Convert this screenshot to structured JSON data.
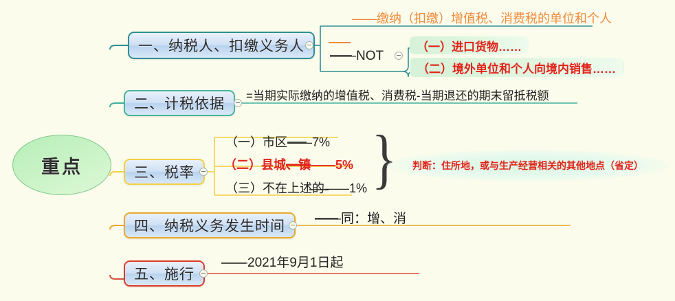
{
  "root": {
    "label": "重点"
  },
  "branches": [
    {
      "id": "taxpayer",
      "label": "一、纳税人、扣缴义务人",
      "leaves": {
        "definition": "——缴纳（扣缴）增值税、消费税的单位和个人",
        "exception_label": "——NOT",
        "exceptions": [
          "（一）进口货物……",
          "（二）境外单位和个人向境内销售……"
        ]
      }
    },
    {
      "id": "tax-basis",
      "label": "二、计税依据",
      "leaves": {
        "formula": "=当期实际缴纳的增值税、消费税-当期退还的期末留抵税额"
      }
    },
    {
      "id": "tax-rate",
      "label": "三、税率",
      "leaves": {
        "rates": [
          {
            "text": "（一）市区——7%",
            "highlight": false
          },
          {
            "text": "（二）县城、镇——5%",
            "highlight": true
          },
          {
            "text": "（三）不在上述的——1%",
            "highlight": false
          }
        ],
        "callout": "判断：住所地，或与生产经营相关的其他地点（省定）"
      }
    },
    {
      "id": "tax-obligation-time",
      "label": "四、纳税义务发生时间",
      "leaves": {
        "note": "——同：增、消"
      }
    },
    {
      "id": "effective-date",
      "label": "五、施行",
      "leaves": {
        "note": "——2021年9月1日起"
      }
    }
  ],
  "icons": {
    "collapse": "collapse-toggle-icon",
    "brace": "curly-brace-icon"
  },
  "colors": {
    "background": "#fbfceb",
    "root_fill": "#c5f2c3",
    "node_fill": "#cfe0f4",
    "teal": "#2e8f96",
    "green": "#49b59b",
    "yellow": "#f2cf45",
    "orange": "#e8a92e",
    "red": "#e03a28",
    "text_red": "#e2231a",
    "text_orange": "#f08a3c"
  }
}
